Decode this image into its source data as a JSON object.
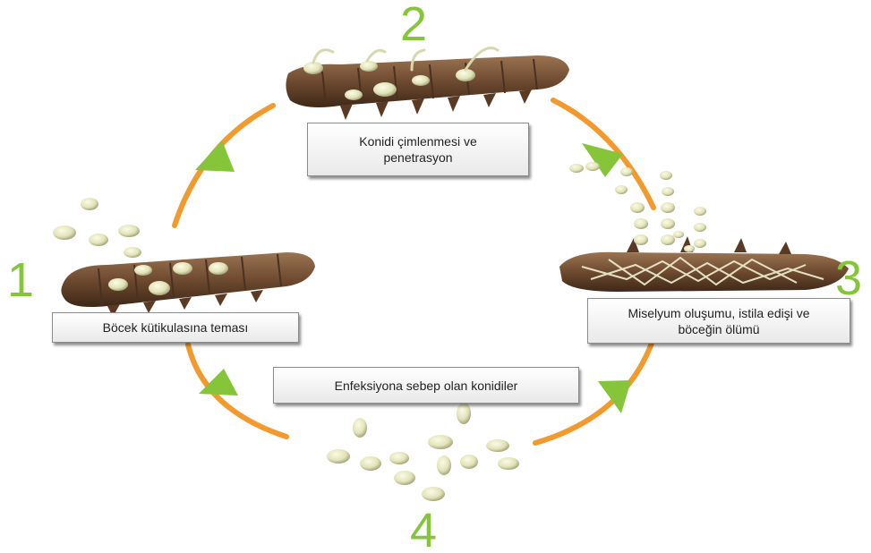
{
  "steps": [
    {
      "number": "1",
      "caption": "Böcek kütikulasına teması"
    },
    {
      "number": "2",
      "caption": "Konidi çimlenmesi ve penetrasyon"
    },
    {
      "number": "3",
      "caption": "Miselyum oluşumu, istila edişi ve böceğin ölümü"
    },
    {
      "number": "4",
      "caption": "Enfeksiyona sebep olan konidiler"
    }
  ],
  "colors": {
    "number": "#86c43a",
    "cycle_arc": "#f29a2e",
    "arrow": "#86c43a",
    "larva": "#6e4a30",
    "conidia": "#e2e3b8"
  }
}
